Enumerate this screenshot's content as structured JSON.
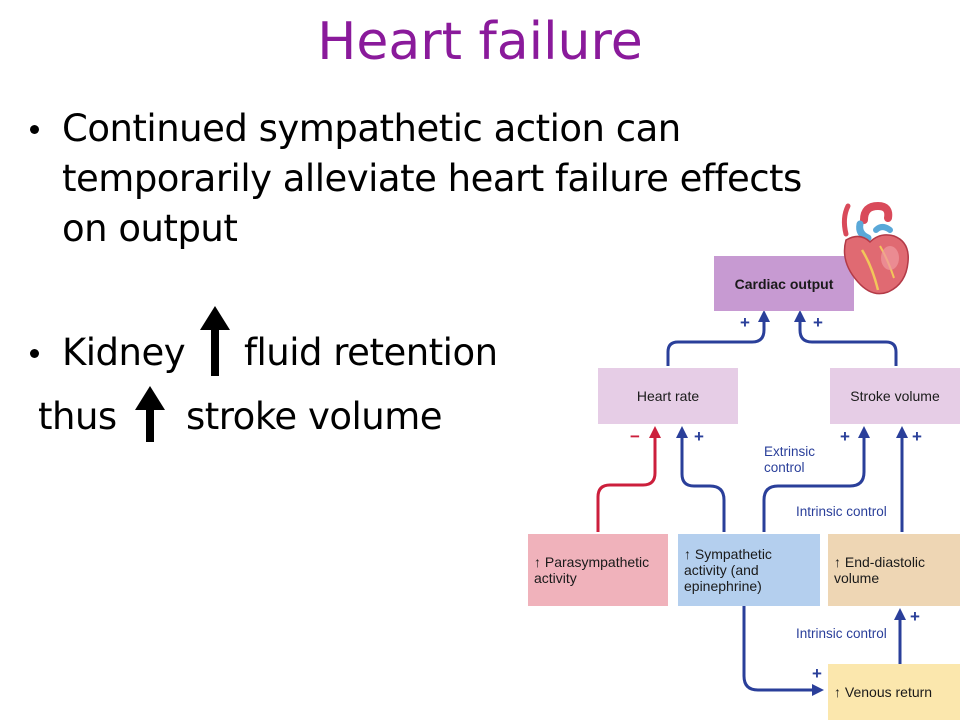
{
  "slide": {
    "title": "Heart failure",
    "bullet1": {
      "line1": "Continued sympathetic action can",
      "line2": "temporarily alleviate heart failure effects",
      "line3": "on output"
    },
    "bullet2": {
      "word1": "Kidney",
      "rest": "fluid retention",
      "line2_word1": "thus",
      "line2_rest": "stroke volume"
    }
  },
  "diagram": {
    "cardiac_output": "Cardiac output",
    "heart_rate": "Heart rate",
    "stroke_volume": "Stroke volume",
    "parasympathetic": "↑ Parasympathetic activity",
    "sympathetic": "↑ Sympathetic activity (and epinephrine)",
    "end_diastolic": "↑ End-diastolic volume",
    "venous_return": "↑ Venous return",
    "extrinsic_control": "Extrinsic control",
    "intrinsic_control_1": "Intrinsic control",
    "intrinsic_control_2": "Intrinsic control",
    "signs": {
      "co_left": "+",
      "co_right": "+",
      "hr_para": "−",
      "hr_symp": "+",
      "sv_symp": "+",
      "sv_edv": "+",
      "edv_vr": "+",
      "vr_symp": "+"
    },
    "colors": {
      "blue_arrow": "#2a3f9a",
      "red_arrow": "#cc1f3c",
      "cardiac_output_box": "#c79ad2",
      "hr_sv_box": "#e6cde6",
      "parasympathetic_box": "#f0b2bb",
      "sympathetic_box": "#b4cfee",
      "end_diastolic_box": "#eed6b4",
      "venous_return_box": "#fbe7ad"
    }
  }
}
